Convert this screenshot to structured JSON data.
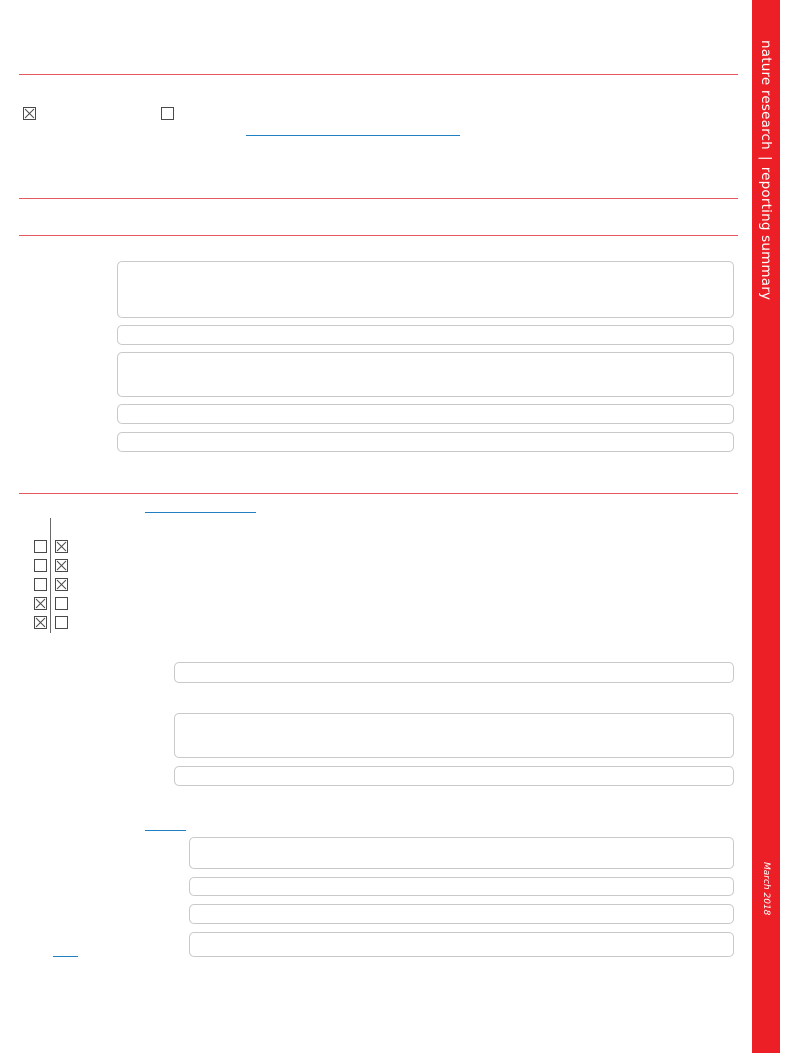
{
  "sidebar": {
    "brand": "nature research",
    "separator": "|",
    "section": "reporting summary",
    "date": "March 2018"
  },
  "colors": {
    "accent": "#ec1f27",
    "rule": "#e8595f",
    "link": "#1f7fc1",
    "box_border": "#c9c9c9"
  },
  "top_checkboxes": [
    {
      "checked": true
    },
    {
      "checked": false
    }
  ],
  "checkbox_grid": [
    [
      false,
      true
    ],
    [
      false,
      true
    ],
    [
      false,
      true
    ],
    [
      true,
      false
    ],
    [
      true,
      false
    ]
  ]
}
